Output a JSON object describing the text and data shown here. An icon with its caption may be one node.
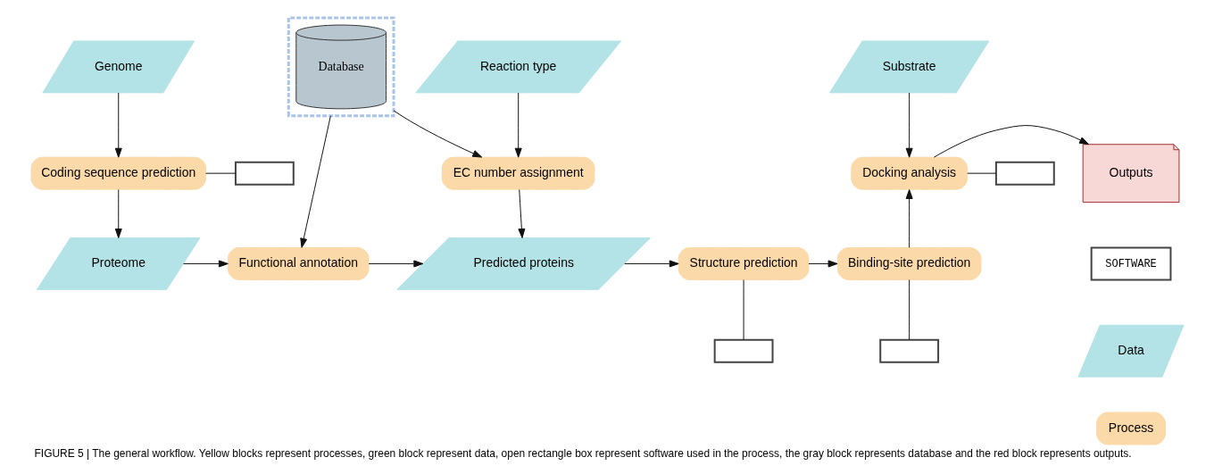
{
  "diagram": {
    "caption": "FIGURE 5 | The general workflow. Yellow blocks represent processes, green block represent data, open rectangle box represent software used in the process, the gray block represents database and the red block represents outputs.",
    "nodes": [
      {
        "text": [
          "Genome"
        ]
      },
      {
        "text": [
          "Coding sequence prediction"
        ]
      },
      {
        "text": [],
        "shape": "bracket"
      },
      {
        "text": [],
        "shape": "box"
      },
      {
        "text": [
          "Database"
        ],
        "in": 3
      },
      {
        "text": [
          "Reaction type"
        ]
      },
      {
        "text": [
          "EC number assignment"
        ]
      },
      {
        "text": [
          "Substrate"
        ]
      },
      {
        "text": [],
        "shape": "bracket"
      },
      {
        "text": [
          "Docking analysis"
        ]
      },
      {
        "text": [
          "Outputs"
        ]
      },
      {
        "text": [
          "Proteome"
        ]
      },
      {
        "text": [
          "Functional annotation"
        ]
      },
      {
        "text": [
          "Predicted proteins"
        ]
      },
      {
        "text": [
          "Structure prediction"
        ]
      },
      {
        "text": [],
        "shape": "bracket"
      },
      {
        "text": [
          "Binding-site prediction"
        ]
      },
      {
        "text": [],
        "shape": "bracket"
      }
    ],
    "edges": [
      {
        "from": 0,
        "to": 1,
        "arrow": "to"
      },
      {
        "from": 2,
        "to": 1,
        "arrow": "none"
      },
      {
        "from": 1,
        "to": 11,
        "arrow": "to"
      },
      {
        "from": 3,
        "to": 12,
        "arrow": "to"
      },
      {
        "from": 3,
        "to": 6,
        "arrow": "to"
      },
      {
        "from": 5,
        "to": 6,
        "arrow": "to"
      },
      {
        "from": 6,
        "to": 13,
        "arrow": "to"
      },
      {
        "from": 11,
        "to": 12,
        "arrow": "to"
      },
      {
        "from": 12,
        "to": 13,
        "arrow": "to"
      },
      {
        "from": 13,
        "to": 14,
        "arrow": "to"
      },
      {
        "from": 15,
        "to": 14,
        "arrow": "none"
      },
      {
        "from": 14,
        "to": 16,
        "arrow": "to"
      },
      {
        "from": 17,
        "to": 16,
        "arrow": "none"
      },
      {
        "from": 16,
        "to": 9,
        "arrow": "to"
      },
      {
        "from": 7,
        "to": 9,
        "arrow": "to"
      },
      {
        "from": 8,
        "to": 9,
        "arrow": "none"
      },
      {
        "from": 9,
        "to": 10,
        "arrow": "to"
      }
    ],
    "legend": [
      {
        "text": "SOFTWARE"
      },
      {
        "text": "Data"
      },
      {
        "text": "Process"
      }
    ]
  }
}
